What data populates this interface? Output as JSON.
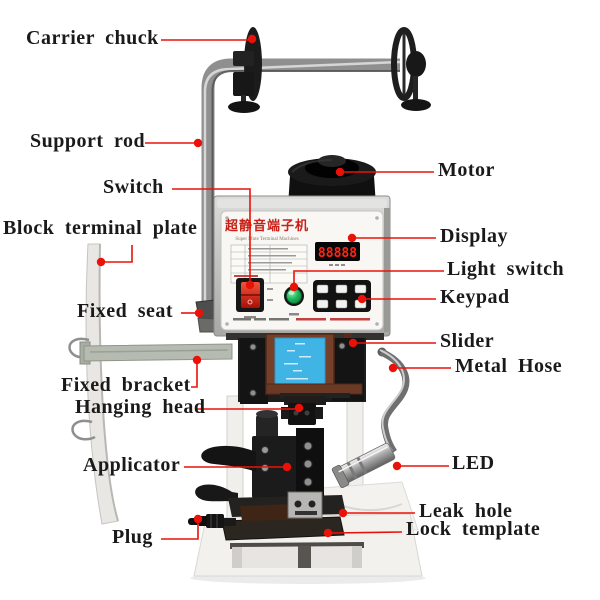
{
  "panel": {
    "title_cn": "超静音端子机",
    "subtitle_en": "Super Mute Terminal Machines",
    "display_value": "88888"
  },
  "labels": {
    "carrier_chuck": "Carrier chuck",
    "support_rod": "Support rod",
    "switch": "Switch",
    "block_terminal_plate": "Block terminal plate",
    "fixed_seat": "Fixed seat",
    "fixed_bracket": "Fixed bracket",
    "hanging_head": "Hanging head",
    "applicator": "Applicator",
    "plug": "Plug",
    "motor": "Motor",
    "display": "Display",
    "light_switch": "Light switch",
    "keypad": "Keypad",
    "slider": "Slider",
    "metal_hose": "Metal Hose",
    "led": "LED",
    "leak_hole": "Leak hole",
    "lock_template": "Lock template"
  },
  "colors": {
    "leader_red": "#ea1208",
    "label_text": "#1a1a1a",
    "panel_title_red": "#c92018",
    "display_digit_red": "#ff2414",
    "light_button_green": "#18b456",
    "power_rocker_red": "#d8321f",
    "slider_sticker_blue": "#41b4e6",
    "slider_frame_bronze": "#74402a"
  }
}
